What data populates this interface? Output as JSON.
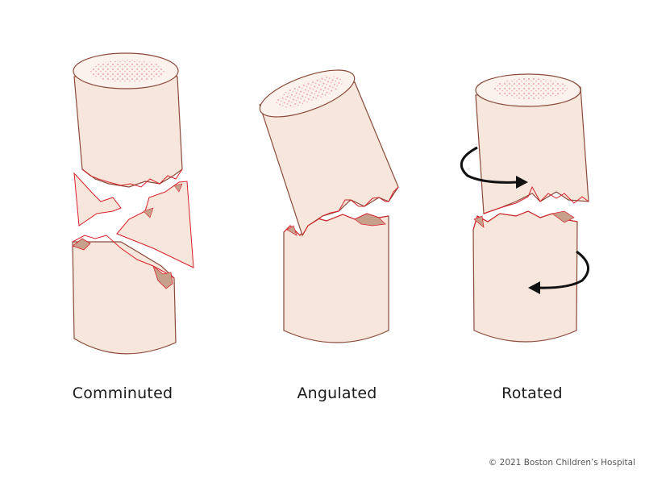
{
  "figure": {
    "panels": [
      {
        "id": "comminuted",
        "label": "Comminuted"
      },
      {
        "id": "angulated",
        "label": "Angulated"
      },
      {
        "id": "rotated",
        "label": "Rotated"
      }
    ],
    "credit": "© 2021 Boston Children’s Hospital"
  },
  "colors": {
    "bone_fill": "#f6e6dc",
    "bone_outline": "#8a4a3a",
    "fracture_edge": "#d8202a",
    "marrow_dots": "#e9a0a8",
    "exposed_marrow": "#c7a08c",
    "arrow": "#111111"
  }
}
